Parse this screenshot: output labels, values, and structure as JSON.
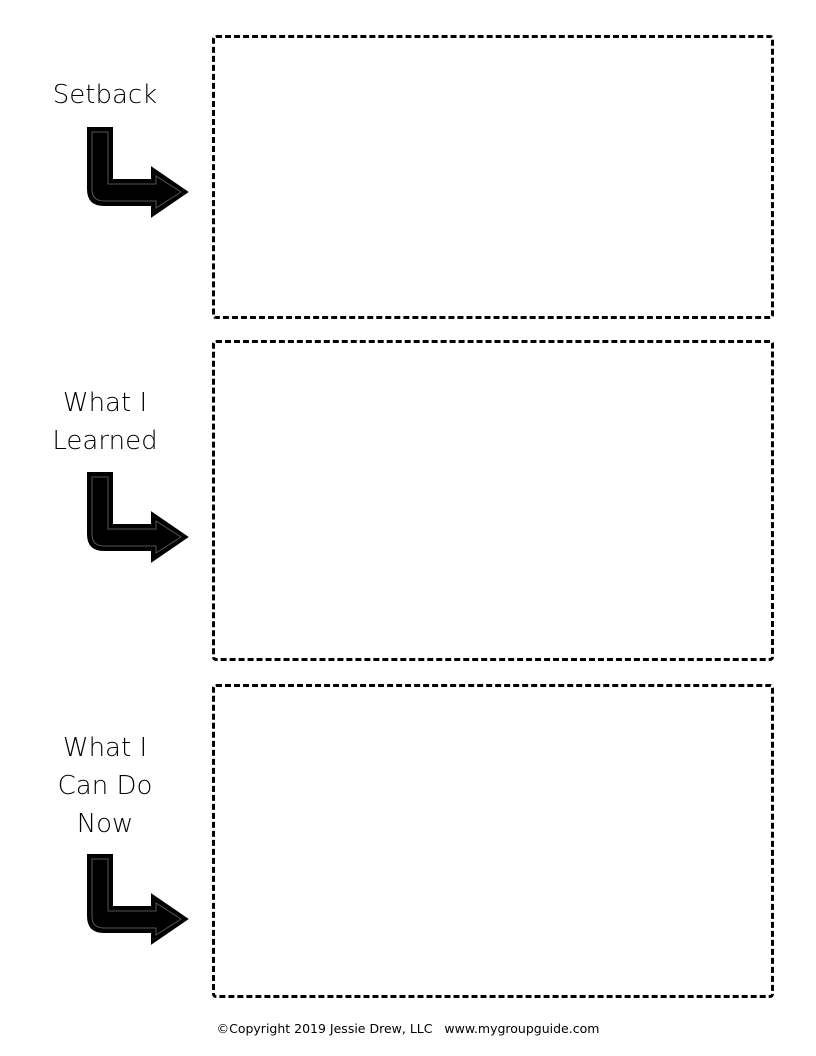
{
  "sections": [
    {
      "label_lines": [
        "Setback"
      ]
    },
    {
      "label_lines": [
        "What I",
        "Learned"
      ]
    },
    {
      "label_lines": [
        "What I",
        "Can Do",
        "Now"
      ]
    }
  ],
  "footer": {
    "copyright": "©Copyright 2019 Jessie Drew, LLC",
    "website": "www.mygroupguide.com"
  }
}
